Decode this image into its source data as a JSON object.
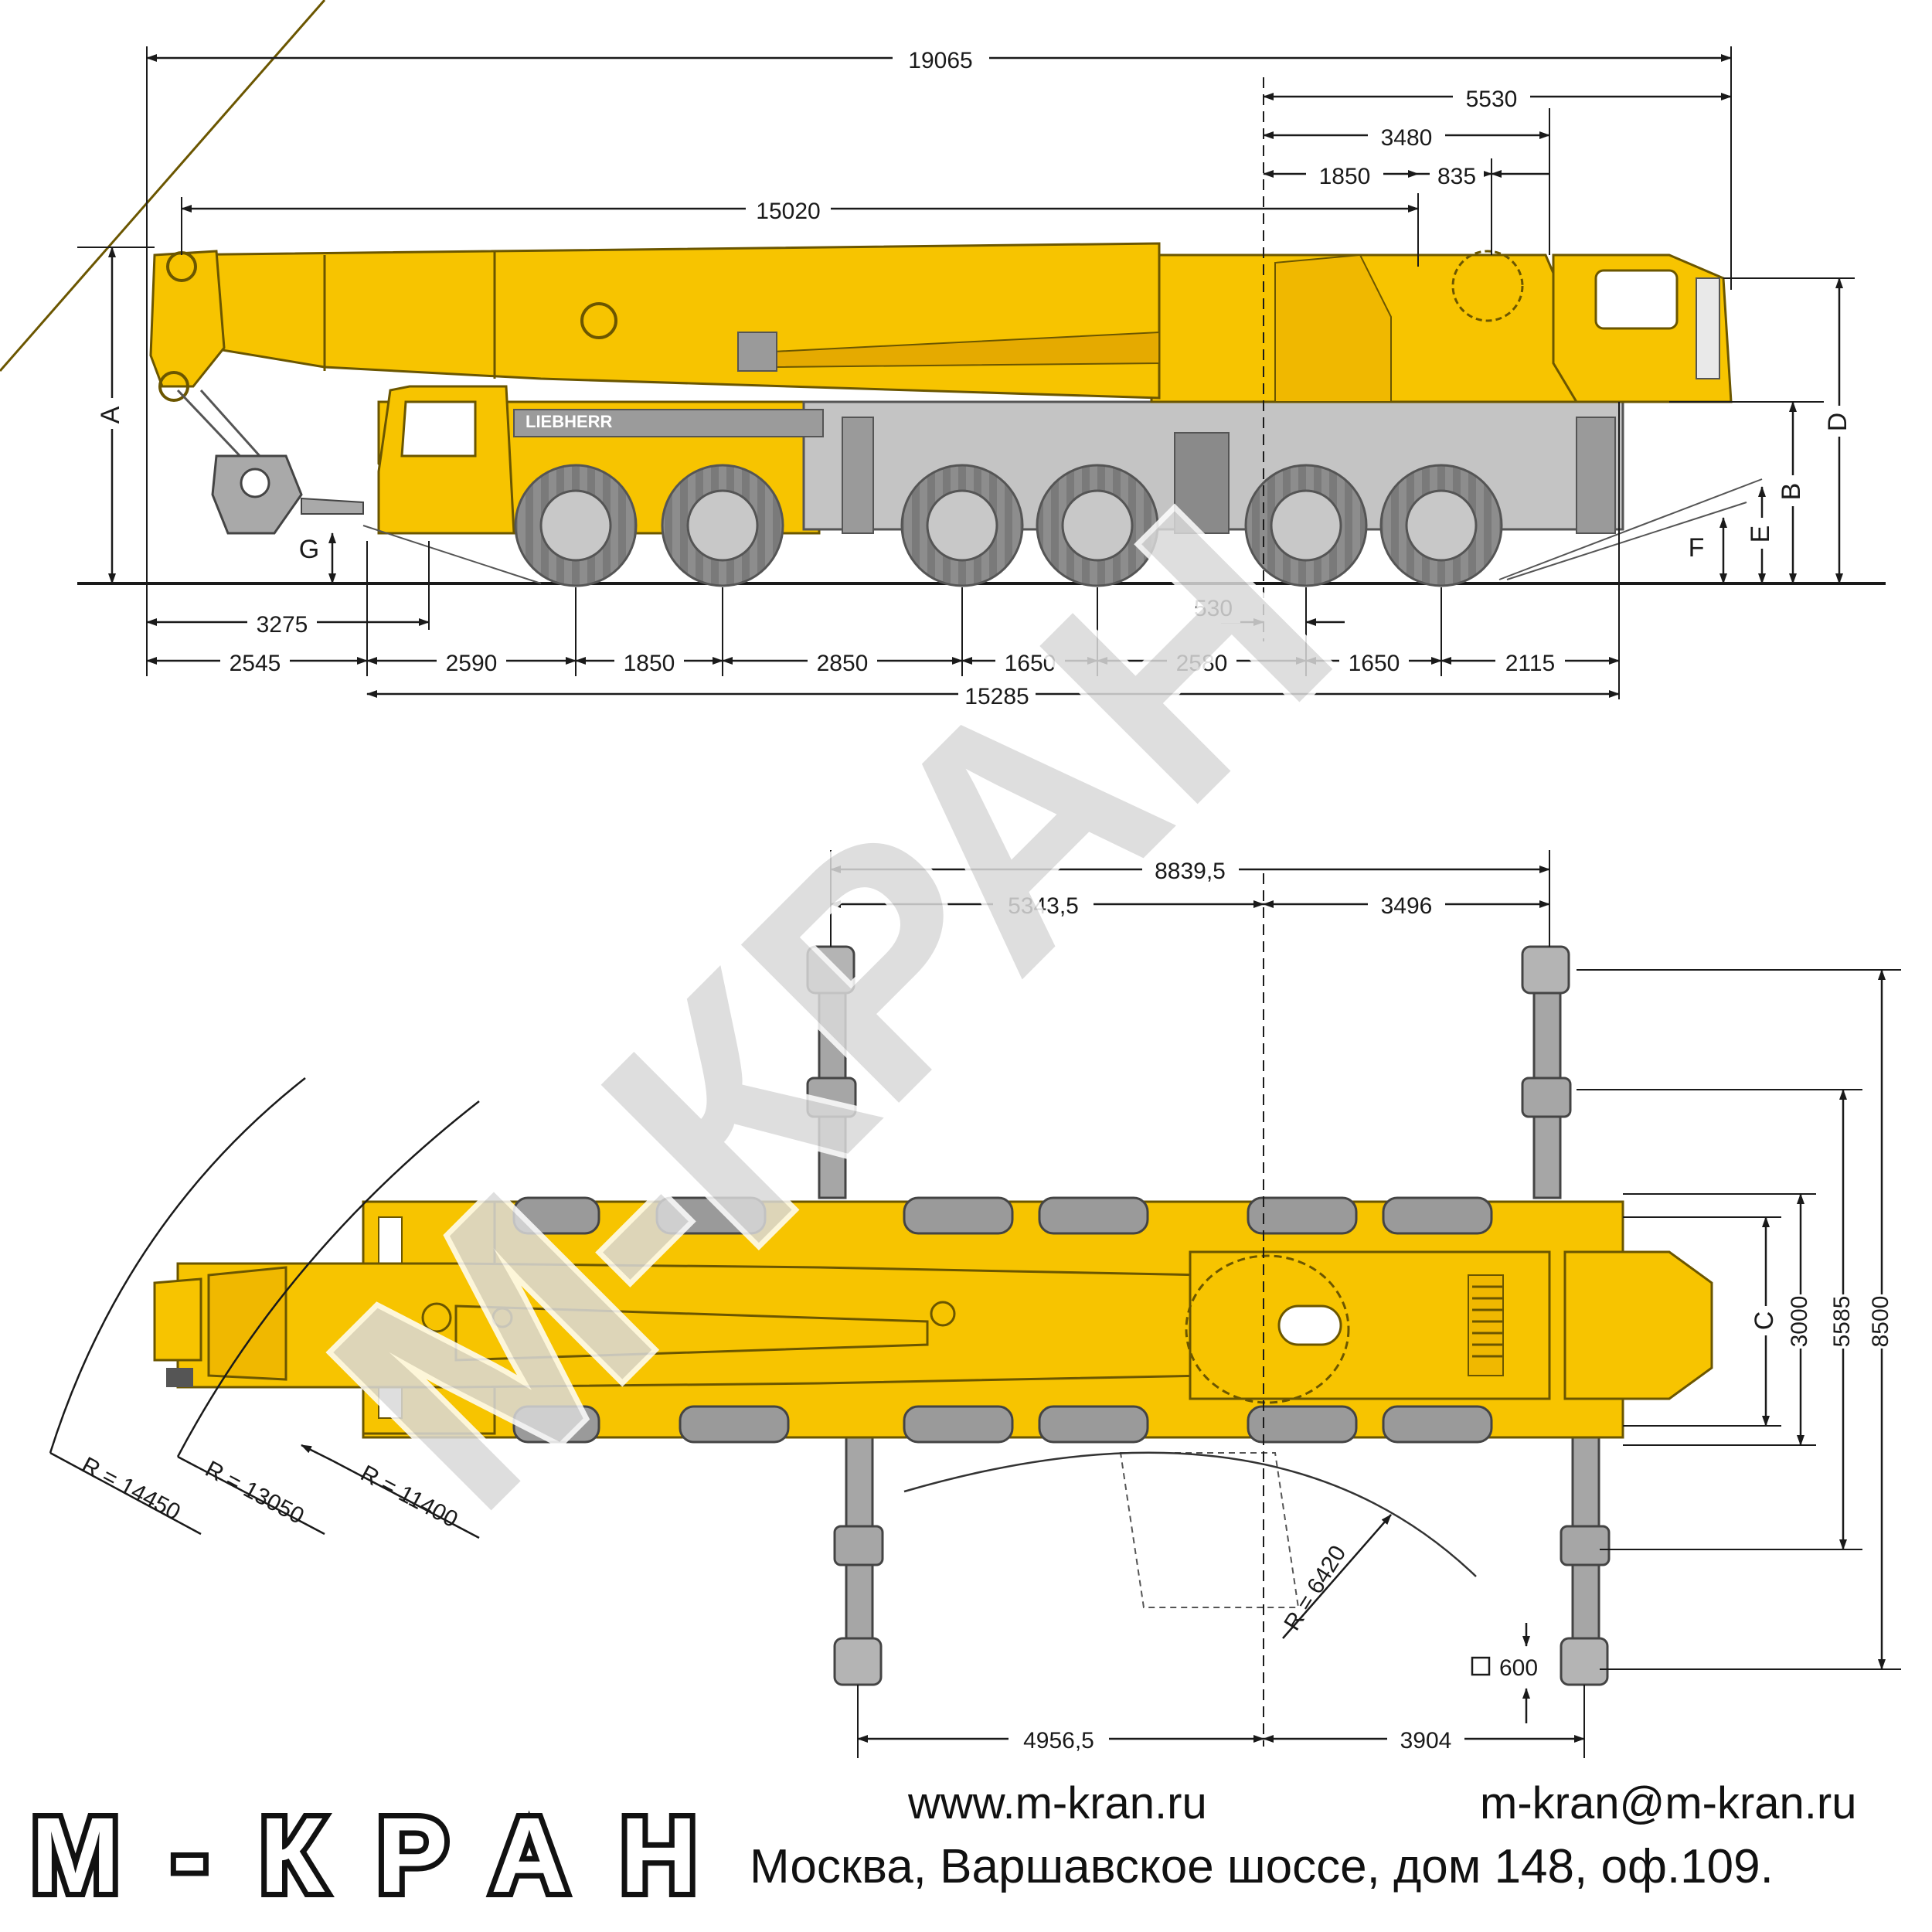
{
  "brand": {
    "logo_text": "М-КРАН",
    "watermark_text": "М-КРАН",
    "manufacturer_mark": "LIEBHERR"
  },
  "contacts": {
    "website": "www.m-kran.ru",
    "email": "m-kran@m-kran.ru",
    "address": "Москва, Варшавское шоссе, дом 148, оф.109."
  },
  "side_view": {
    "top_dims": [
      "19065",
      "5530",
      "3480",
      "1850",
      "835",
      "15020"
    ],
    "height_letters": [
      "A",
      "B",
      "D",
      "E",
      "F",
      "G"
    ],
    "bottom_dims": [
      "3275",
      "530",
      "2545",
      "2590",
      "1850",
      "2850",
      "1650",
      "2580",
      "1650",
      "2115",
      "15285"
    ]
  },
  "top_view": {
    "top_dims": [
      "8839,5",
      "5343,5",
      "3496"
    ],
    "width_dims": [
      "C",
      "3000",
      "5585",
      "8500"
    ],
    "radii": [
      "R = 14450",
      "R = 13050",
      "R = 11400",
      "R = 6420"
    ],
    "pad_size": "600",
    "bottom_dims": [
      "4956,5",
      "3904"
    ]
  },
  "colors": {
    "crane_yellow": "#f7c400",
    "crane_outline": "#6b5600",
    "wheel_grey": "#9a9a9a",
    "dark_grey": "#5a5a5a",
    "watermark": "#d9d9d9",
    "line": "#1a1a1a"
  }
}
